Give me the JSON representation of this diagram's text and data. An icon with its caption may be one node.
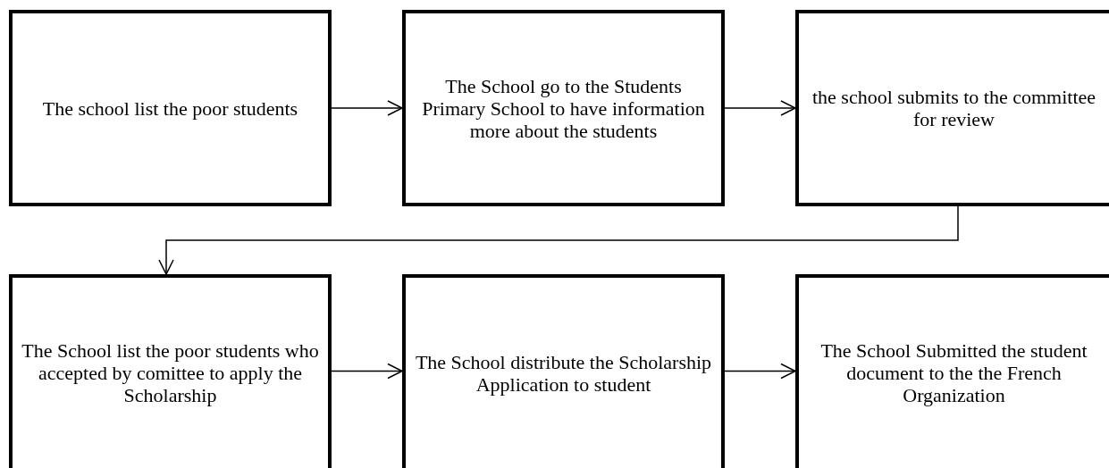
{
  "diagram": {
    "nodes": [
      {
        "text": [
          "The school list the poor students"
        ]
      },
      {
        "text": [
          "The School go to the Students Primary School to have information more about the students"
        ]
      },
      {
        "text": [
          "the school submits to the committee for review"
        ]
      },
      {
        "text": [
          "The School list the poor students who accepted by comittee to apply the Scholarship"
        ]
      },
      {
        "text": [
          "The School distribute the Scholarship Application to student"
        ]
      },
      {
        "text": [
          "The School Submitted the student document to the the French Organization"
        ]
      }
    ],
    "edges": [
      {
        "from": 0,
        "to": 1,
        "arrow": "to"
      },
      {
        "from": 1,
        "to": 2,
        "arrow": "to"
      },
      {
        "from": 2,
        "to": 3,
        "arrow": "to"
      },
      {
        "from": 3,
        "to": 4,
        "arrow": "to"
      },
      {
        "from": 4,
        "to": 5,
        "arrow": "to"
      }
    ]
  }
}
